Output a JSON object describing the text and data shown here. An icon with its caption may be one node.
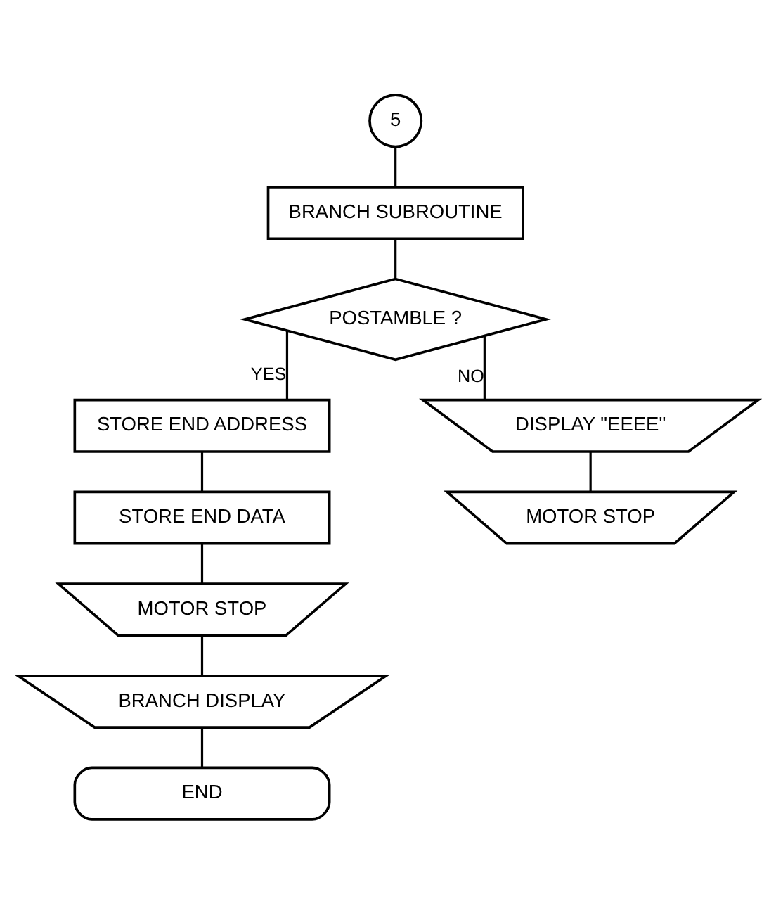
{
  "diagram": {
    "nodes": [
      {
        "text": [
          "5"
        ]
      },
      {
        "text": [
          "BRANCH SUBROUTINE"
        ]
      },
      {
        "text": [
          "POSTAMBLE ?"
        ]
      },
      {
        "text": [
          "STORE END ADDRESS"
        ]
      },
      {
        "text": [
          "DISPLAY \"EEEE\""
        ]
      },
      {
        "text": [
          "STORE END DATA"
        ]
      },
      {
        "text": [
          "MOTOR STOP"
        ]
      },
      {
        "text": [
          "MOTOR STOP"
        ]
      },
      {
        "text": [
          "BRANCH DISPLAY"
        ]
      },
      {
        "text": [
          "END"
        ]
      }
    ],
    "edges": [
      {
        "from": 0,
        "to": 1,
        "arrow": "none"
      },
      {
        "from": 1,
        "to": 2,
        "arrow": "none"
      },
      {
        "from": 2,
        "to": 3,
        "arrow": "none",
        "label": "YES"
      },
      {
        "from": 2,
        "to": 4,
        "arrow": "none",
        "label": "NO"
      },
      {
        "from": 4,
        "to": 6,
        "arrow": "none"
      },
      {
        "from": 3,
        "to": 5,
        "arrow": "none"
      },
      {
        "from": 5,
        "to": 7,
        "arrow": "none"
      },
      {
        "from": 7,
        "to": 8,
        "arrow": "none"
      },
      {
        "from": 8,
        "to": 9,
        "arrow": "none"
      }
    ]
  }
}
